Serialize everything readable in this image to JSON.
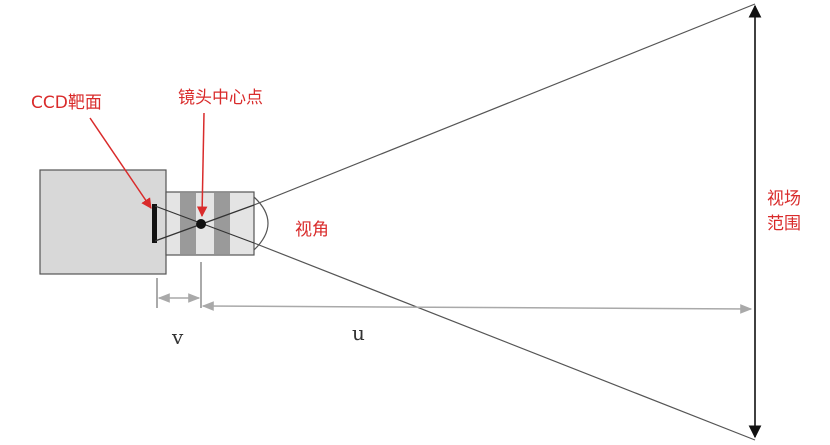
{
  "labels": {
    "ccd_target": "CCD靶面",
    "lens_center": "镜头中心点",
    "view_angle": "视角",
    "field_of_view_line1": "视场",
    "field_of_view_line2": "范围",
    "image_distance": "v",
    "object_distance": "u"
  },
  "colors": {
    "annotation": "#d92b2b",
    "outline": "#555555",
    "camera_body": "#d8d8d8",
    "lens_stripe": "#9a9a9a",
    "dimension": "#a9a9a9",
    "ray": "#555555"
  }
}
